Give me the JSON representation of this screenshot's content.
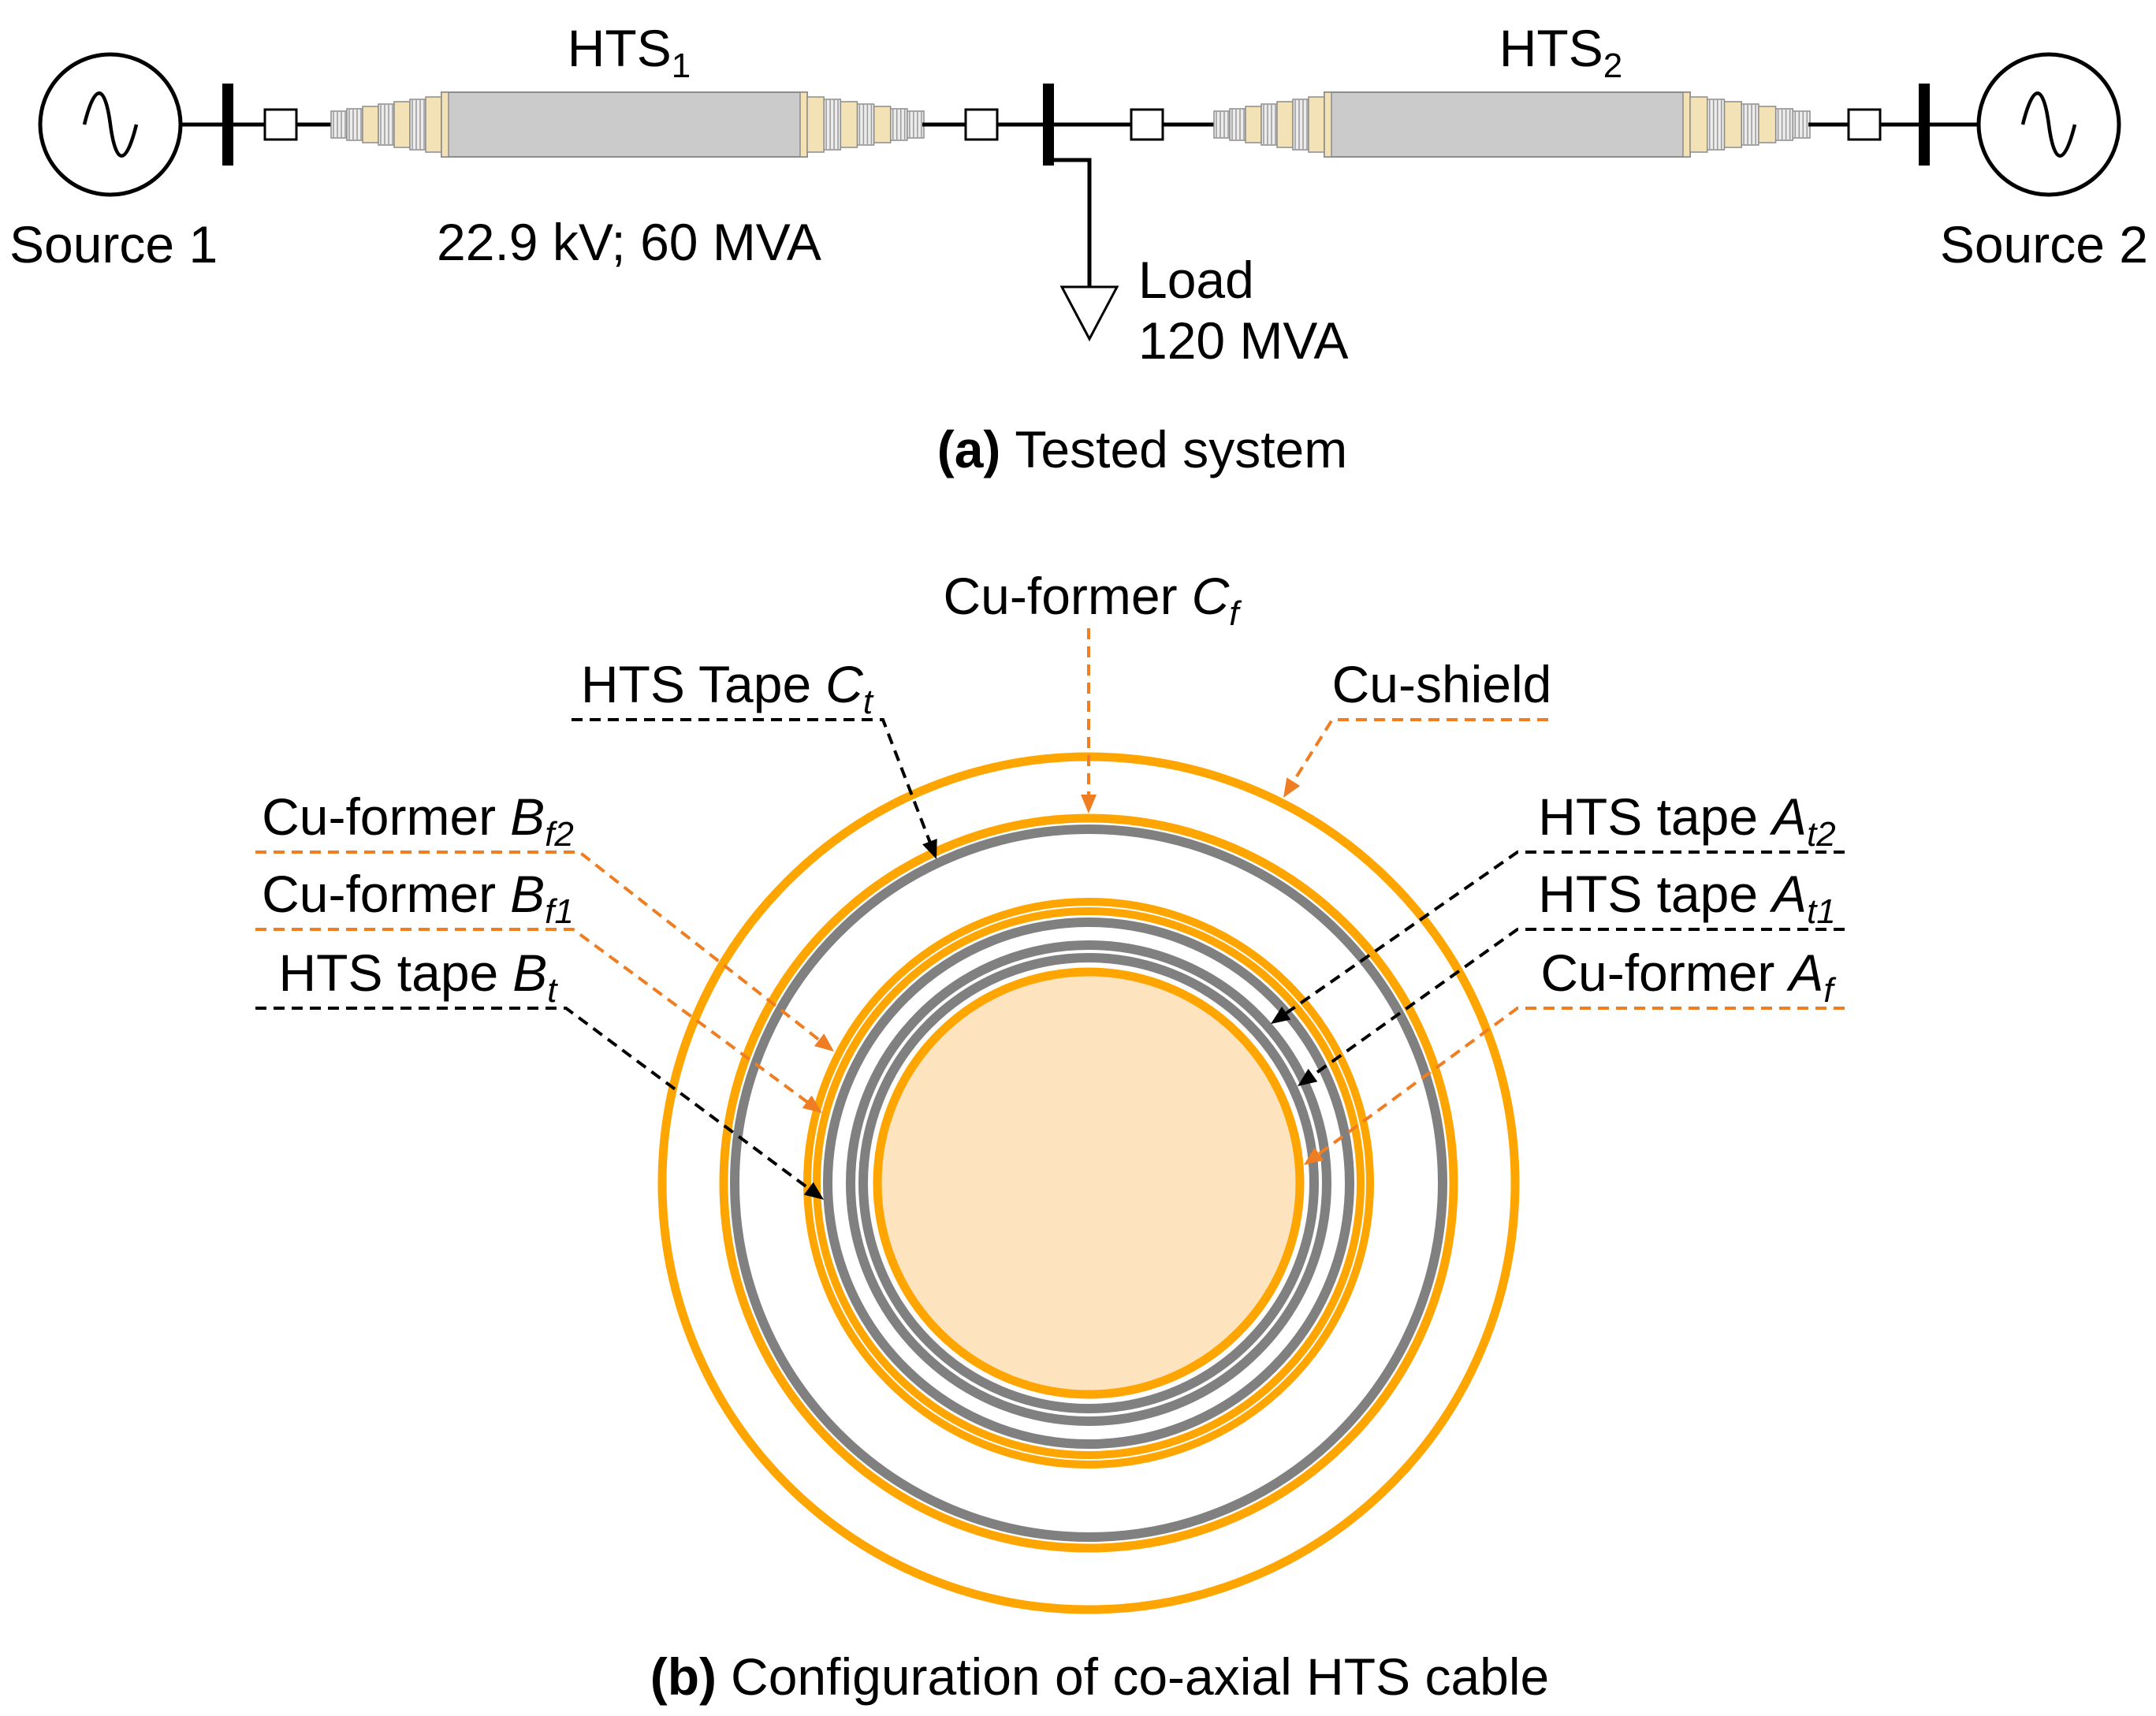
{
  "tested_system": {
    "caption": {
      "tag": "(a)",
      "text": "Tested system"
    },
    "sources": [
      "Source 1",
      "Source 2"
    ],
    "cables": [
      {
        "name": "HTS",
        "sub": "1"
      },
      {
        "name": "HTS",
        "sub": "2"
      }
    ],
    "cable_rating": "22.9 kV; 60 MVA",
    "load": {
      "label": "Load",
      "rating": "120 MVA"
    }
  },
  "cable_configuration": {
    "caption": {
      "tag": "(b)",
      "text": "Configuration of co-axial HTS cable"
    },
    "layers": [
      {
        "prefix": "Cu-shield"
      },
      {
        "prefix": "Cu-former",
        "var": "C",
        "sub": "f"
      },
      {
        "prefix": "HTS Tape",
        "var": "C",
        "sub": "t"
      },
      {
        "prefix": "Cu-former",
        "var": "B",
        "sub": "f2"
      },
      {
        "prefix": "Cu-former",
        "var": "B",
        "sub": "f1"
      },
      {
        "prefix": "HTS tape",
        "var": "B",
        "sub": "t"
      },
      {
        "prefix": "HTS tape",
        "var": "A",
        "sub": "t2"
      },
      {
        "prefix": "HTS tape",
        "var": "A",
        "sub": "t1"
      },
      {
        "prefix": "Cu-former",
        "var": "A",
        "sub": "f"
      }
    ]
  },
  "colors": {
    "copper": "#FFA500",
    "hts_tape": "#808080",
    "copper_leader": "#EF7D22",
    "tape_leader": "#000000",
    "core": "#FDE3BE",
    "cable_body": "#CBCBCB",
    "insulation_band": "#F3E2B5"
  }
}
